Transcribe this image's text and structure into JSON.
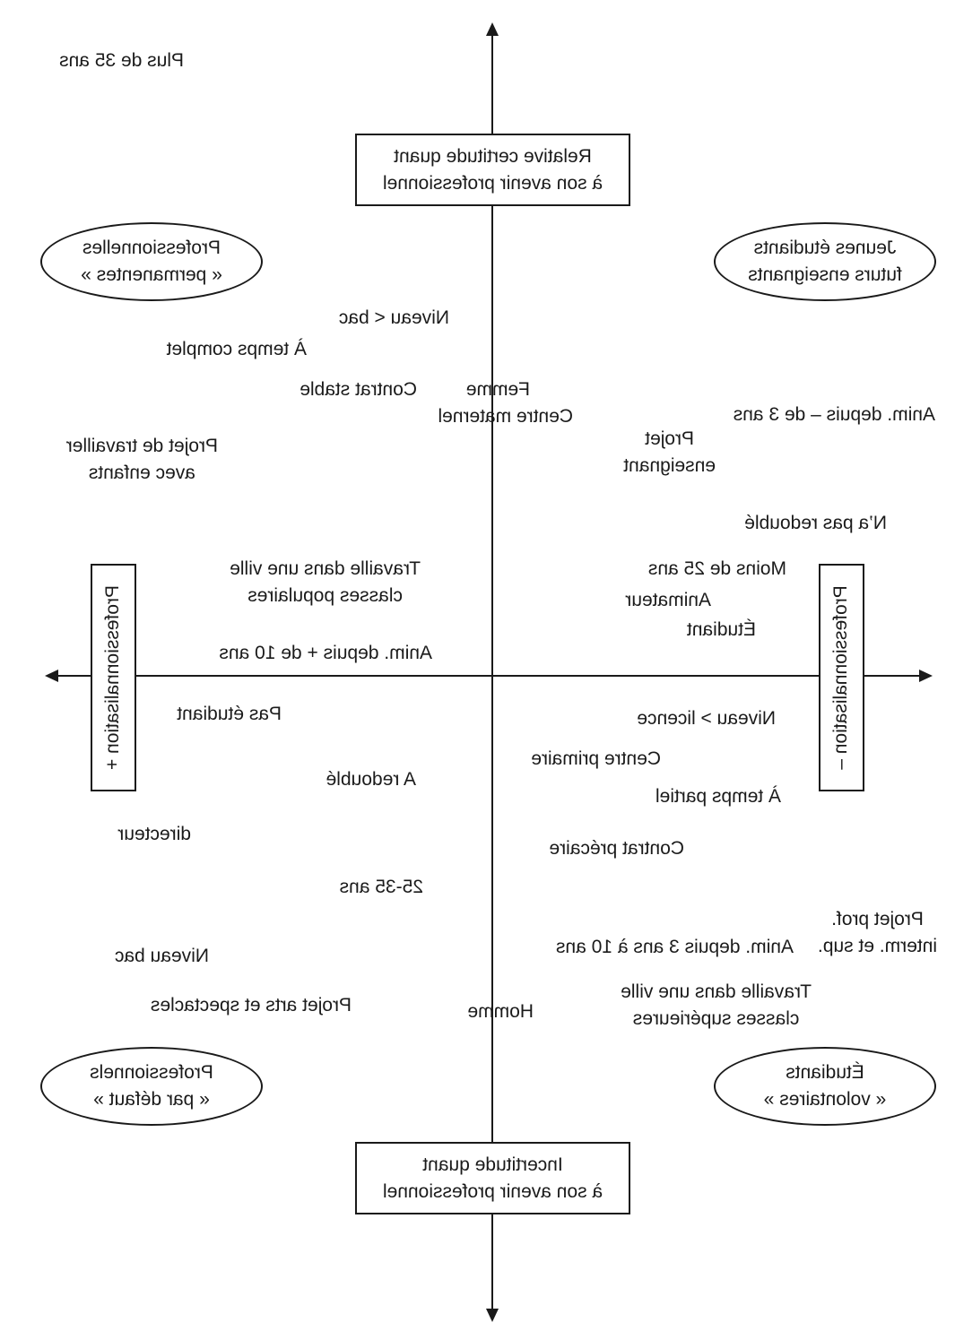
{
  "axes": {
    "top": [
      "Relative certitude quant",
      "à son avenir professionnel"
    ],
    "bottom": [
      "Incertitude quant",
      "à son avenir professionnel"
    ],
    "left": "Professionnalisation +",
    "right": "Professionnalisation –"
  },
  "groups": {
    "top_left": [
      "Professionnelles",
      "« permanentes »"
    ],
    "top_right": [
      "Jeunes étudiants",
      "futurs enseignants"
    ],
    "bottom_left": [
      "Professionnels",
      "« par défaut »"
    ],
    "bottom_right": [
      "Étudiants",
      "« volontaires »"
    ]
  },
  "labels": {
    "plus_35": "Plus de 35 ans",
    "niveau_inf_bac": "Niveau < bac",
    "temps_complet": "À temps complet",
    "contrat_stable": "Contrat stable",
    "femme": "Femme",
    "centre_maternel": "Centre maternel",
    "projet_enfants": [
      "Projet de travailler",
      "avec enfants"
    ],
    "anim_moins_3": "Anim. depuis – de 3 ans",
    "projet_enseignant": [
      "Projet",
      "enseignant"
    ],
    "pas_redouble": "N’a pas redoublé",
    "ville_populaires": [
      "Travaille dans une ville",
      "classes populaires"
    ],
    "moins_25": "Moins de 25 ans",
    "animateur": "Animateur",
    "etudiant": "Étudiant",
    "anim_plus_10": "Anim. depuis + de 10 ans",
    "pas_etudiant": "Pas étudiant",
    "niveau_sup_licence": "Niveau > licence",
    "centre_primaire": "Centre primaire",
    "a_redouble": "A redoublé",
    "temps_partiel": "À temps partiel",
    "directeur": "directeur",
    "contrat_precaire": "Contrat précaire",
    "age_25_35": "25-35 ans",
    "projet_interm": [
      "Projet prof.",
      "interm. et sup."
    ],
    "anim_3_10": "Anim. depuis 3 ans à 10 ans",
    "niveau_bac": "Niveau bac",
    "projet_arts": "Projet arts et spectacles",
    "ville_superieures": [
      "Travaille dans une ville",
      "classes supérieures"
    ],
    "homme": "Homme"
  }
}
